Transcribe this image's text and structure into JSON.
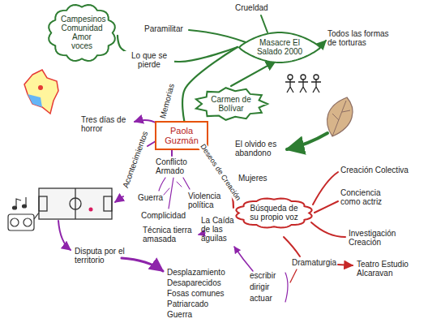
{
  "diagram": {
    "nodes": [
      {
        "text": [
          "Paola Guzmán"
        ]
      },
      {
        "text": [
          "Masacre El Salado 2000"
        ]
      },
      {
        "text": [
          "Campesinos Comunidad Amor voces"
        ]
      },
      {
        "text": [
          "Carmen de Bolívar"
        ]
      },
      {
        "text": [
          "Búsqueda de su propio voz"
        ]
      }
    ],
    "edges": [
      {
        "from": 0,
        "to": 1,
        "label": "Memorias",
        "arrow": "none"
      },
      {
        "from": 1,
        "to": 2,
        "label": "Lo que se pierde",
        "arrow": "none"
      },
      {
        "from": 3,
        "to": 1,
        "arrow": "to"
      },
      {
        "from": 0,
        "to": 4,
        "label": "Deseos de Creación",
        "arrow": "none"
      }
    ],
    "labels": [
      "Crueldad",
      "Paramilitar",
      "Todos las formas de torturas",
      "El olvido es abandono",
      "Acontecimientos",
      "Tres días de horror",
      "Conflicto Armado",
      "Guerra",
      "Violencia política",
      "Complicidad",
      "La Caída de las águilas",
      "Técnica tierra amasada",
      "Disputa por el territorio",
      "Desplazamiento",
      "Desaparecidos",
      "Fosas comunes",
      "Patriarcado",
      "Guerra",
      "Mujeres",
      "Creación Colectiva",
      "Conciencia como actriz",
      "Investigación Creación",
      "Dramaturgia",
      "Teatro Estudio Alcaravan",
      "escribir",
      "dirigir",
      "actuar"
    ]
  }
}
